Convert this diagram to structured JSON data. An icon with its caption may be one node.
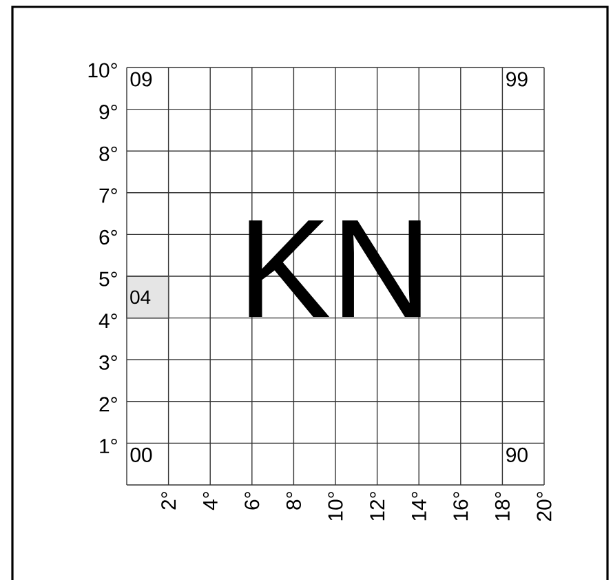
{
  "diagram": {
    "nodes": [
      {
        "text": [
          "04"
        ]
      }
    ],
    "labels": [
      "10°",
      "09",
      "99",
      "9°",
      "8°",
      "7°",
      "6°",
      "5°",
      "KN",
      "4°",
      "3°",
      "2°",
      "1°",
      "00",
      "90",
      "2°",
      "4°",
      "6°",
      "8°",
      "10°",
      "12°",
      "14°",
      "16°",
      "18°",
      "20°"
    ]
  }
}
